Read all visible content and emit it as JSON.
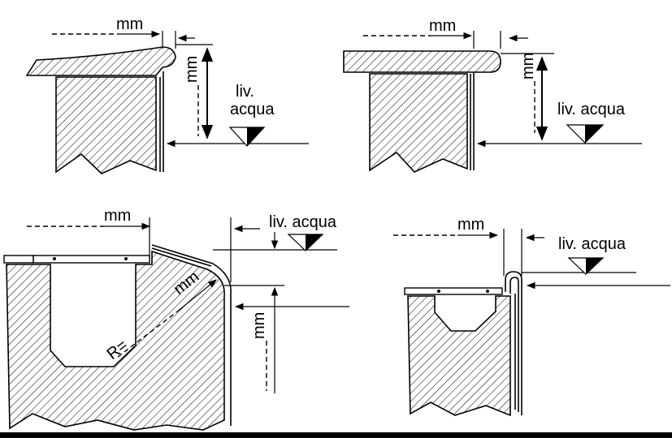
{
  "labels": {
    "mm": "mm",
    "liv": "liv.",
    "acqua": "acqua",
    "liv_acqua": "liv. acqua",
    "radius": "R="
  }
}
